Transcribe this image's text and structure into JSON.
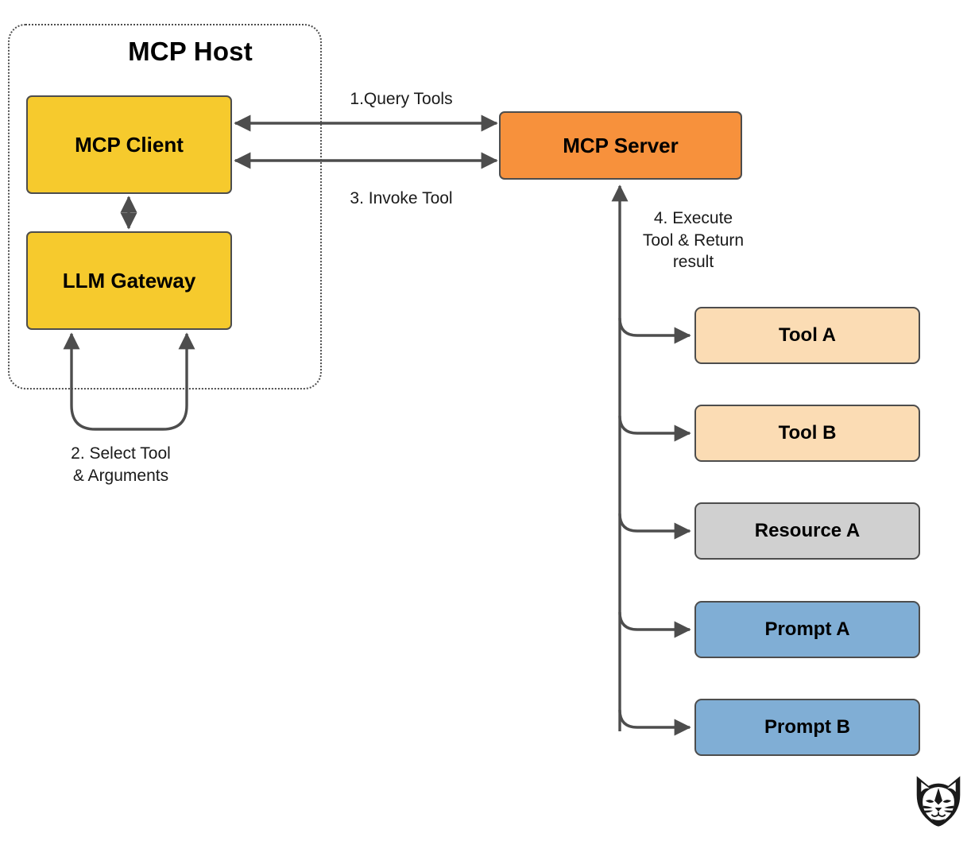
{
  "diagram": {
    "title_visible": false,
    "host": {
      "label": "MCP Host",
      "border_style": "dotted",
      "border_color": "#4d4d4d"
    },
    "nodes": [
      {
        "id": "mcp-client",
        "label": "MCP Client",
        "color": "#f6ca2d"
      },
      {
        "id": "llm-gateway",
        "label": "LLM Gateway",
        "color": "#f6ca2d"
      },
      {
        "id": "mcp-server",
        "label": "MCP Server",
        "color": "#f7913c"
      },
      {
        "id": "tool-a",
        "label": "Tool A",
        "color": "#fbdcb4"
      },
      {
        "id": "tool-b",
        "label": "Tool B",
        "color": "#fbdcb4"
      },
      {
        "id": "resource-a",
        "label": "Resource A",
        "color": "#d0d0d0"
      },
      {
        "id": "prompt-a",
        "label": "Prompt A",
        "color": "#80aed5"
      },
      {
        "id": "prompt-b",
        "label": "Prompt B",
        "color": "#80aed5"
      }
    ],
    "edge_labels": {
      "query_tools": "1.Query Tools",
      "invoke_tool": "3. Invoke Tool",
      "select_tool": "2. Select Tool\n& Arguments",
      "execute_tool": "4. Execute\nTool & Return\nresult"
    },
    "edges": [
      {
        "from": "mcp-client",
        "to": "mcp-server",
        "label": "1.Query Tools",
        "direction": "both"
      },
      {
        "from": "mcp-client",
        "to": "mcp-server",
        "label": "3. Invoke Tool",
        "direction": "both"
      },
      {
        "from": "mcp-client",
        "to": "llm-gateway",
        "label": "",
        "direction": "both"
      },
      {
        "from": "llm-gateway",
        "to": "llm-gateway",
        "label": "2. Select Tool & Arguments",
        "direction": "both"
      },
      {
        "from": "mcp-server",
        "to": "tool-a",
        "label": "4. Execute Tool & Return result",
        "direction": "forward"
      },
      {
        "from": "mcp-server",
        "to": "tool-b",
        "label": "",
        "direction": "forward"
      },
      {
        "from": "mcp-server",
        "to": "resource-a",
        "label": "",
        "direction": "forward"
      },
      {
        "from": "mcp-server",
        "to": "prompt-a",
        "label": "",
        "direction": "forward"
      },
      {
        "from": "mcp-server",
        "to": "prompt-b",
        "label": "",
        "direction": "forward"
      }
    ],
    "logo": {
      "name": "cat-head-logo",
      "color": "#1a1a1a"
    },
    "colors": {
      "stroke": "#4d4d4d",
      "arrow": "#4d4d4d",
      "text": "#000000",
      "background": "#ffffff"
    }
  }
}
